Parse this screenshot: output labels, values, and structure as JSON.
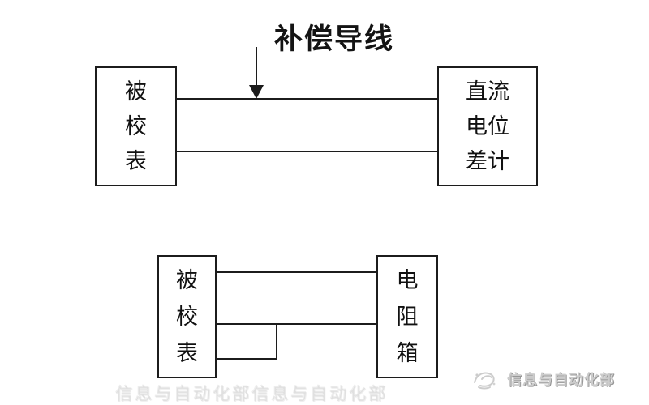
{
  "canvas": {
    "background": "#ffffff",
    "line_color": "#1c1c1c",
    "text_color": "#111111"
  },
  "top_diagram": {
    "annotation": {
      "label": "补偿导线"
    },
    "left_box": {
      "label": "被校表"
    },
    "right_box": {
      "label": "直流电位差计"
    }
  },
  "bottom_diagram": {
    "left_box": {
      "label": "被校表"
    },
    "right_box": {
      "label": "电阻箱"
    }
  },
  "watermark": {
    "logo": "dove-logo",
    "text": "信息与自动化部",
    "ghost_text": "信息与自动化部信息与自动化部",
    "color": "#cccccc"
  }
}
